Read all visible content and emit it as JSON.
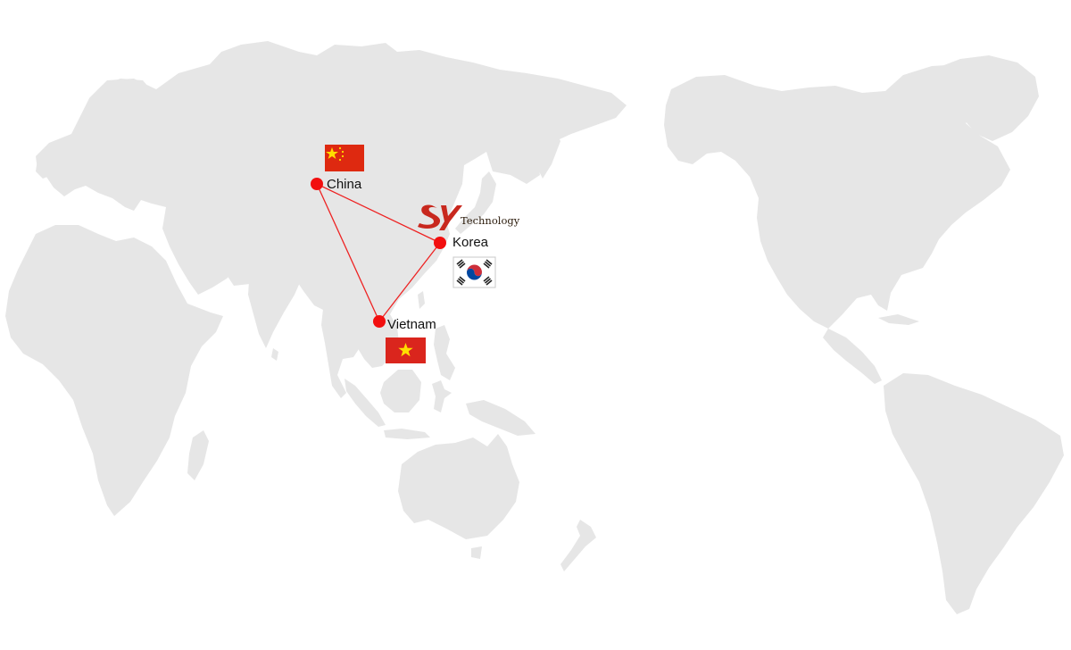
{
  "map": {
    "locations": [
      {
        "id": "china",
        "label": "China"
      },
      {
        "id": "korea",
        "label": "Korea"
      },
      {
        "id": "vietnam",
        "label": "Vietnam"
      }
    ],
    "route": [
      "China",
      "Korea",
      "Vietnam"
    ]
  },
  "logo": {
    "text": "Technology"
  },
  "colors": {
    "land": "#e6e6e6",
    "marker": "#f20f0f",
    "route": "#ee2222",
    "logo": "#c8281e",
    "china_flag_red": "#de2910",
    "vietnam_flag_red": "#da251d",
    "flag_star": "#ffde00"
  },
  "flags": [
    {
      "country": "China",
      "icon": "china-flag-icon"
    },
    {
      "country": "Korea",
      "icon": "korea-flag-icon"
    },
    {
      "country": "Vietnam",
      "icon": "vietnam-flag-icon"
    }
  ]
}
